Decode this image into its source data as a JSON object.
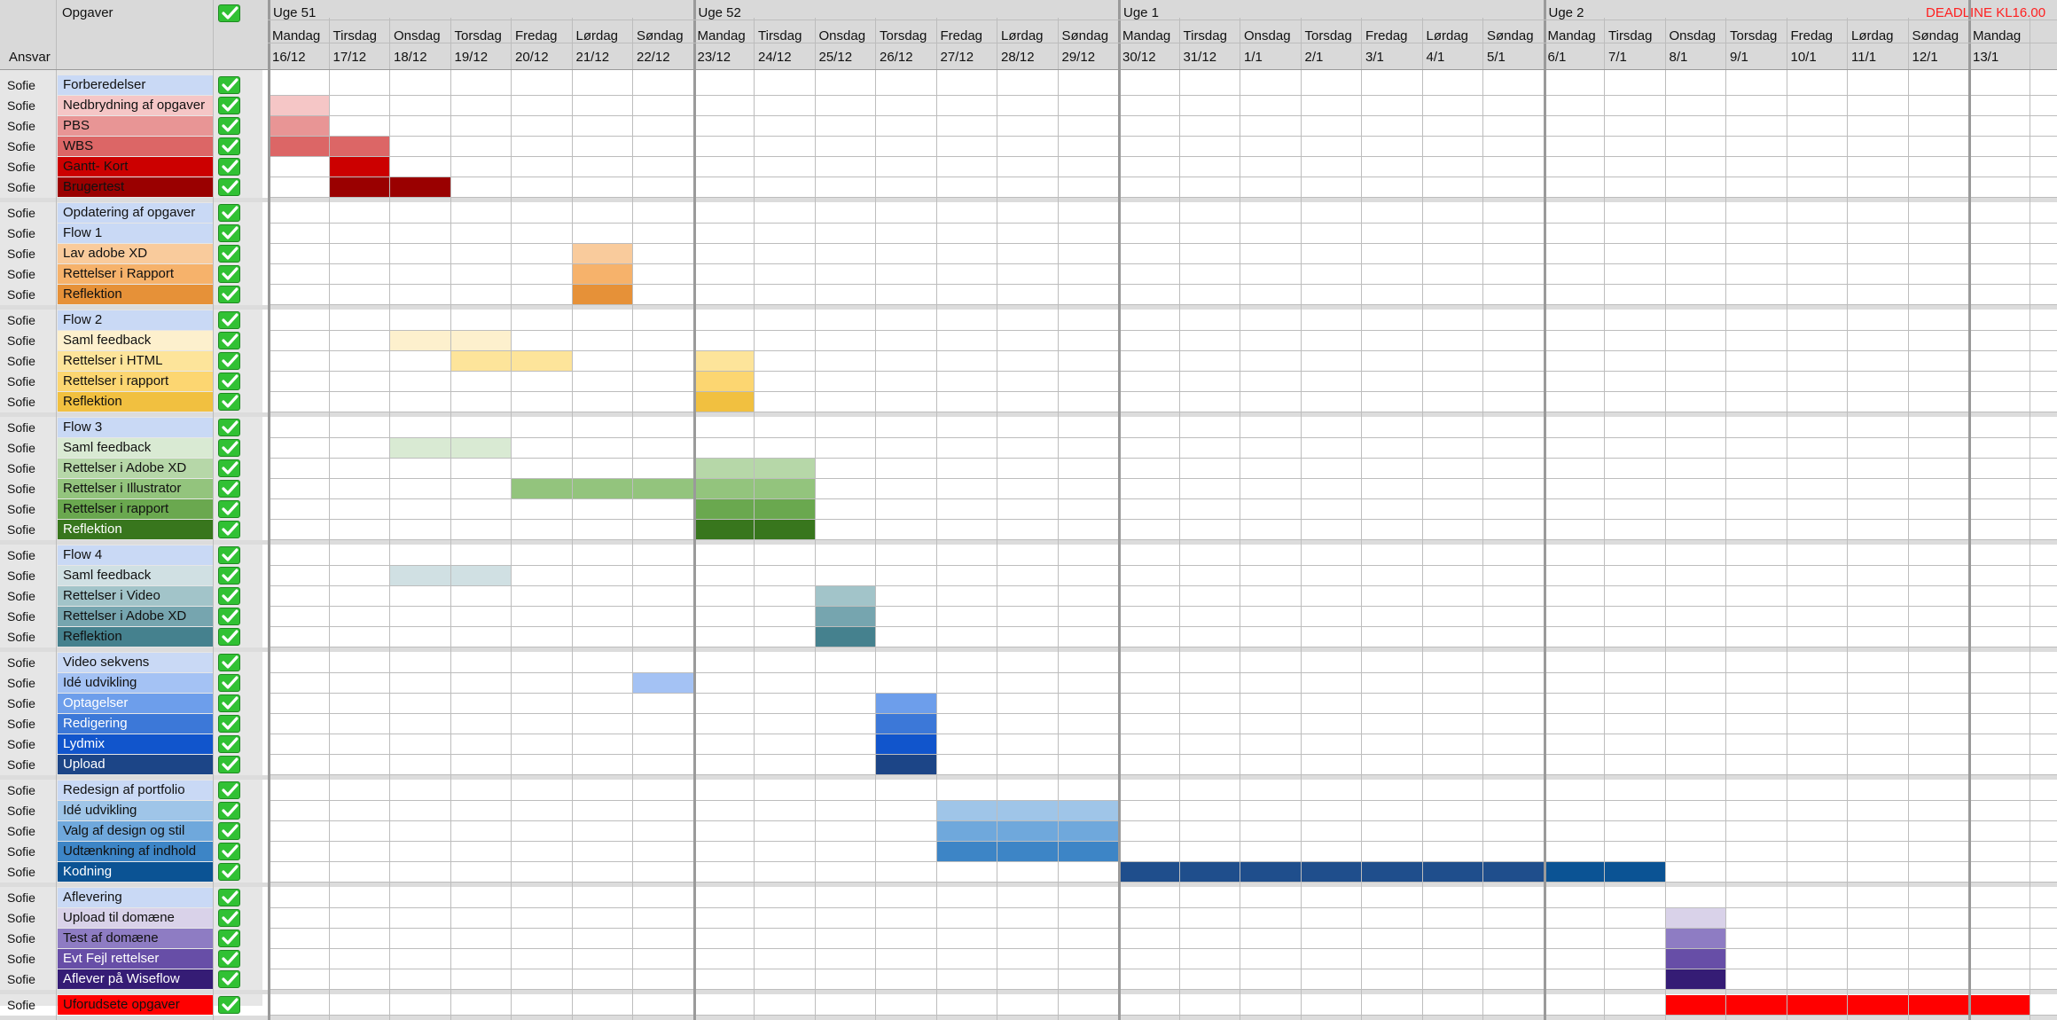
{
  "header": {
    "tasks_label": "Opgaver",
    "responsible_label": "Ansvar",
    "deadline": "DEADLINE KL16.00",
    "deadline_color": "#ff2020",
    "weeks": [
      "Uge 51",
      "Uge 52",
      "Uge 1",
      "Uge 2"
    ]
  },
  "days": [
    {
      "name": "Mandag",
      "date": "16/12"
    },
    {
      "name": "Tirsdag",
      "date": "17/12"
    },
    {
      "name": "Onsdag",
      "date": "18/12"
    },
    {
      "name": "Torsdag",
      "date": "19/12"
    },
    {
      "name": "Fredag",
      "date": "20/12"
    },
    {
      "name": "Lørdag",
      "date": "21/12"
    },
    {
      "name": "Søndag",
      "date": "22/12"
    },
    {
      "name": "Mandag",
      "date": "23/12"
    },
    {
      "name": "Tirsdag",
      "date": "24/12"
    },
    {
      "name": "Onsdag",
      "date": "25/12"
    },
    {
      "name": "Torsdag",
      "date": "26/12"
    },
    {
      "name": "Fredag",
      "date": "27/12"
    },
    {
      "name": "Lørdag",
      "date": "28/12"
    },
    {
      "name": "Søndag",
      "date": "29/12"
    },
    {
      "name": "Mandag",
      "date": "30/12"
    },
    {
      "name": "Tirsdag",
      "date": "31/12"
    },
    {
      "name": "Onsdag",
      "date": "1/1"
    },
    {
      "name": "Torsdag",
      "date": "2/1"
    },
    {
      "name": "Fredag",
      "date": "3/1"
    },
    {
      "name": "Lørdag",
      "date": "4/1"
    },
    {
      "name": "Søndag",
      "date": "5/1"
    },
    {
      "name": "Mandag",
      "date": "6/1"
    },
    {
      "name": "Tirsdag",
      "date": "7/1"
    },
    {
      "name": "Onsdag",
      "date": "8/1"
    },
    {
      "name": "Torsdag",
      "date": "9/1"
    },
    {
      "name": "Fredag",
      "date": "10/1"
    },
    {
      "name": "Lørdag",
      "date": "11/1"
    },
    {
      "name": "Søndag",
      "date": "12/1"
    },
    {
      "name": "Mandag",
      "date": "13/1"
    }
  ],
  "groups": [
    {
      "tasks": [
        {
          "responsible": "Sofie",
          "name": "Forberedelser",
          "color": "#c9d9f5",
          "text_color": "#111111",
          "done": true,
          "bars": []
        },
        {
          "responsible": "Sofie",
          "name": "Nedbrydning af opgaver",
          "color": "#f5c6c6",
          "text_color": "#111111",
          "done": true,
          "bars": [
            {
              "start": 0,
              "end": 0
            }
          ]
        },
        {
          "responsible": "Sofie",
          "name": "PBS",
          "color": "#e89595",
          "text_color": "#111111",
          "done": true,
          "bars": [
            {
              "start": 0,
              "end": 0
            }
          ]
        },
        {
          "responsible": "Sofie",
          "name": "WBS",
          "color": "#dc6666",
          "text_color": "#111111",
          "done": true,
          "bars": [
            {
              "start": 0,
              "end": 1
            }
          ]
        },
        {
          "responsible": "Sofie",
          "name": "Gantt- Kort",
          "color": "#cc0000",
          "text_color": "#111111",
          "done": true,
          "bars": [
            {
              "start": 1,
              "end": 1
            }
          ]
        },
        {
          "responsible": "Sofie",
          "name": "Brugertest",
          "color": "#9a0000",
          "text_color": "#111111",
          "done": true,
          "bars": [
            {
              "start": 1,
              "end": 2
            }
          ]
        }
      ]
    },
    {
      "tasks": [
        {
          "responsible": "Sofie",
          "name": "Opdatering af opgaver",
          "color": "#c9d9f5",
          "text_color": "#111111",
          "done": true,
          "bars": []
        },
        {
          "responsible": "Sofie",
          "name": "Flow 1",
          "color": "#c9d9f5",
          "text_color": "#111111",
          "done": true,
          "bars": []
        },
        {
          "responsible": "Sofie",
          "name": "Lav adobe XD",
          "color": "#f9cb9c",
          "text_color": "#111111",
          "done": true,
          "bars": [
            {
              "start": 5,
              "end": 5
            }
          ]
        },
        {
          "responsible": "Sofie",
          "name": "Rettelser i Rapport",
          "color": "#f6b26b",
          "text_color": "#111111",
          "done": true,
          "bars": [
            {
              "start": 5,
              "end": 5
            }
          ]
        },
        {
          "responsible": "Sofie",
          "name": "Reflektion",
          "color": "#e69138",
          "text_color": "#111111",
          "done": true,
          "bars": [
            {
              "start": 5,
              "end": 5
            }
          ]
        }
      ]
    },
    {
      "tasks": [
        {
          "responsible": "Sofie",
          "name": "Flow 2",
          "color": "#c9d9f5",
          "text_color": "#111111",
          "done": true,
          "bars": []
        },
        {
          "responsible": "Sofie",
          "name": "Saml feedback",
          "color": "#fdf0cd",
          "text_color": "#111111",
          "done": true,
          "bars": [
            {
              "start": 2,
              "end": 3
            }
          ]
        },
        {
          "responsible": "Sofie",
          "name": "Rettelser i HTML",
          "color": "#fde49a",
          "text_color": "#111111",
          "done": true,
          "bars": [
            {
              "start": 3,
              "end": 4
            },
            {
              "start": 7,
              "end": 7
            }
          ]
        },
        {
          "responsible": "Sofie",
          "name": "Rettelser i rapport",
          "color": "#fcd671",
          "text_color": "#111111",
          "done": true,
          "bars": [
            {
              "start": 7,
              "end": 7
            }
          ]
        },
        {
          "responsible": "Sofie",
          "name": "Reflektion",
          "color": "#f1c040",
          "text_color": "#111111",
          "done": true,
          "bars": [
            {
              "start": 7,
              "end": 7
            }
          ]
        }
      ]
    },
    {
      "tasks": [
        {
          "responsible": "Sofie",
          "name": "Flow 3",
          "color": "#c9d9f5",
          "text_color": "#111111",
          "done": true,
          "bars": []
        },
        {
          "responsible": "Sofie",
          "name": "Saml feedback",
          "color": "#d9ead3",
          "text_color": "#111111",
          "done": true,
          "bars": [
            {
              "start": 2,
              "end": 3
            }
          ]
        },
        {
          "responsible": "Sofie",
          "name": "Rettelser i Adobe XD",
          "color": "#b6d7a8",
          "text_color": "#111111",
          "done": true,
          "bars": [
            {
              "start": 7,
              "end": 8
            }
          ]
        },
        {
          "responsible": "Sofie",
          "name": "Rettelser i Illustrator",
          "color": "#93c47d",
          "text_color": "#111111",
          "done": true,
          "bars": [
            {
              "start": 4,
              "end": 6
            },
            {
              "start": 7,
              "end": 8
            }
          ]
        },
        {
          "responsible": "Sofie",
          "name": "Rettelser i rapport",
          "color": "#6aa84f",
          "text_color": "#111111",
          "done": true,
          "bars": [
            {
              "start": 7,
              "end": 8
            }
          ]
        },
        {
          "responsible": "Sofie",
          "name": "Reflektion",
          "color": "#38761d",
          "text_color": "#ffffff",
          "done": true,
          "bars": [
            {
              "start": 7,
              "end": 8
            }
          ]
        }
      ]
    },
    {
      "tasks": [
        {
          "responsible": "Sofie",
          "name": "Flow 4",
          "color": "#c9d9f5",
          "text_color": "#111111",
          "done": true,
          "bars": []
        },
        {
          "responsible": "Sofie",
          "name": "Saml feedback",
          "color": "#d0e0e3",
          "text_color": "#111111",
          "done": true,
          "bars": [
            {
              "start": 2,
              "end": 3
            }
          ]
        },
        {
          "responsible": "Sofie",
          "name": "Rettelser i Video",
          "color": "#a2c4c9",
          "text_color": "#111111",
          "done": true,
          "bars": [
            {
              "start": 9,
              "end": 9
            }
          ]
        },
        {
          "responsible": "Sofie",
          "name": "Rettelser i Adobe XD",
          "color": "#76a5af",
          "text_color": "#111111",
          "done": true,
          "bars": [
            {
              "start": 9,
              "end": 9
            }
          ]
        },
        {
          "responsible": "Sofie",
          "name": "Reflektion",
          "color": "#45818e",
          "text_color": "#111111",
          "done": true,
          "bars": [
            {
              "start": 9,
              "end": 9
            }
          ]
        }
      ]
    },
    {
      "tasks": [
        {
          "responsible": "Sofie",
          "name": "Video sekvens",
          "color": "#c9d9f5",
          "text_color": "#111111",
          "done": true,
          "bars": []
        },
        {
          "responsible": "Sofie",
          "name": "Idé udvikling",
          "color": "#a4c2f4",
          "text_color": "#111111",
          "done": true,
          "bars": [
            {
              "start": 6,
              "end": 6
            }
          ]
        },
        {
          "responsible": "Sofie",
          "name": "Optagelser",
          "color": "#6d9eeb",
          "text_color": "#ffffff",
          "done": true,
          "bars": [
            {
              "start": 10,
              "end": 10
            }
          ]
        },
        {
          "responsible": "Sofie",
          "name": "Redigering",
          "color": "#3c78d8",
          "text_color": "#ffffff",
          "done": true,
          "bars": [
            {
              "start": 10,
              "end": 10
            }
          ]
        },
        {
          "responsible": "Sofie",
          "name": "Lydmix",
          "color": "#1155cc",
          "text_color": "#ffffff",
          "done": true,
          "bars": [
            {
              "start": 10,
              "end": 10
            }
          ]
        },
        {
          "responsible": "Sofie",
          "name": "Upload",
          "color": "#1c4587",
          "text_color": "#ffffff",
          "done": true,
          "bars": [
            {
              "start": 10,
              "end": 10
            }
          ]
        }
      ]
    },
    {
      "tasks": [
        {
          "responsible": "Sofie",
          "name": "Redesign af portfolio",
          "color": "#c9d9f5",
          "text_color": "#111111",
          "done": true,
          "bars": []
        },
        {
          "responsible": "Sofie",
          "name": "Idé udvikling",
          "color": "#9fc5e8",
          "text_color": "#111111",
          "done": true,
          "bars": [
            {
              "start": 11,
              "end": 13
            }
          ]
        },
        {
          "responsible": "Sofie",
          "name": "Valg af design og stil",
          "color": "#6fa8dc",
          "text_color": "#111111",
          "done": true,
          "bars": [
            {
              "start": 11,
              "end": 13
            }
          ]
        },
        {
          "responsible": "Sofie",
          "name": "Udtænkning af indhold",
          "color": "#3d85c6",
          "text_color": "#111111",
          "done": true,
          "bars": [
            {
              "start": 11,
              "end": 13
            }
          ]
        },
        {
          "responsible": "Sofie",
          "name": "Kodning",
          "color": "#0b5394",
          "text_color": "#ffffff",
          "done": true,
          "bars": [
            {
              "start": 14,
              "end": 20,
              "color": "#1f4e8c"
            },
            {
              "start": 21,
              "end": 22
            }
          ]
        }
      ]
    },
    {
      "tasks": [
        {
          "responsible": "Sofie",
          "name": "Aflevering",
          "color": "#c9d9f5",
          "text_color": "#111111",
          "done": true,
          "bars": []
        },
        {
          "responsible": "Sofie",
          "name": "Upload til domæne",
          "color": "#d9d2e9",
          "text_color": "#111111",
          "done": true,
          "bars": [
            {
              "start": 23,
              "end": 23
            }
          ]
        },
        {
          "responsible": "Sofie",
          "name": "Test af domæne",
          "color": "#8e7cc3",
          "text_color": "#111111",
          "done": true,
          "bars": [
            {
              "start": 23,
              "end": 23
            }
          ]
        },
        {
          "responsible": "Sofie",
          "name": "Evt Fejl rettelser",
          "color": "#674ea7",
          "text_color": "#ffffff",
          "done": true,
          "bars": [
            {
              "start": 23,
              "end": 23
            }
          ]
        },
        {
          "responsible": "Sofie",
          "name": "Aflever på Wiseflow",
          "color": "#351c75",
          "text_color": "#ffffff",
          "done": true,
          "bars": [
            {
              "start": 23,
              "end": 23
            }
          ]
        }
      ]
    },
    {
      "tasks": [
        {
          "responsible": "Sofie",
          "name": "Uforudsete opgaver",
          "color": "#ff0000",
          "text_color": "#111111",
          "done": true,
          "bars": [
            {
              "start": 23,
              "end": 28
            }
          ]
        }
      ]
    }
  ]
}
